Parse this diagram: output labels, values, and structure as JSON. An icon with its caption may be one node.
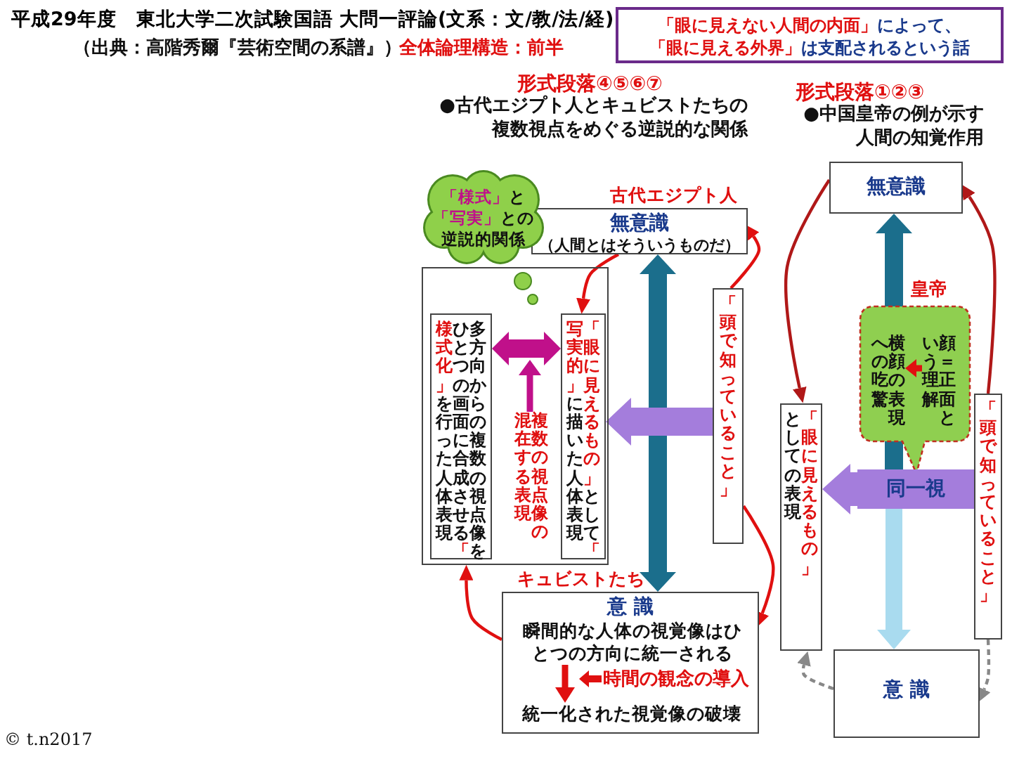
{
  "diagram": {
    "title": "平成29年度　東北大学二次試験国語 大問一評論(文系：文/教/法/経)",
    "nodes": [
      {
        "text": [
          "**「眼に見えない人間の内面」**によって、**「眼に見える外界」**は支配されるという話"
        ]
      },
      {
        "text": [
          "古代エジプト人",
          "無意識",
          "（人間とはそういうものだ）"
        ]
      },
      {
        "text": [],
        "shape": "box"
      },
      {
        "text": [
          "**「様式」**と**「写実」**との逆説的関係"
        ]
      },
      {
        "text": [
          "多方向からの複数の視点像をひとつの画面に合成させる**「様式化」**を行った人体表現"
        ],
        "in": 2
      },
      {
        "text": [
          "**「眼に見えるもの」**として**「写実的」**に描いた人体表現"
        ],
        "in": 2
      },
      {
        "text": [
          "複数の視点像の混在する表現"
        ],
        "in": 2
      },
      {
        "text": [
          "「頭で知っていること」"
        ]
      },
      {
        "text": [
          "キュビストたち",
          "意 識"
        ]
      },
      {
        "text": [
          "瞬間的な人体の視覚像はひとつの方向に統一される"
        ],
        "in": 8
      },
      {
        "text": [
          "統一化された視覚像の破壊"
        ],
        "in": 8
      },
      {
        "text": [
          "無意識"
        ]
      },
      {
        "text": [
          "皇帝"
        ]
      },
      {
        "text": [
          "顔＝正面という理解"
        ],
        "in": 12
      },
      {
        "text": [
          "横顔の表現への吃驚"
        ],
        "in": 12
      },
      {
        "text": [
          "**「眼に見えるもの」**としての表現"
        ]
      },
      {
        "text": [
          "同一視"
        ]
      },
      {
        "text": [
          "「頭で知っていること」"
        ]
      },
      {
        "text": [
          "意 識"
        ]
      }
    ],
    "edges": [
      {
        "from": 1,
        "to": 8,
        "arrow": "both",
        "style": "thick",
        "color": "#1b6e8c"
      },
      {
        "from": 8,
        "to": 2,
        "arrow": "to"
      },
      {
        "from": 1,
        "to": 5,
        "arrow": "to"
      },
      {
        "from": 7,
        "to": 1,
        "arrow": "to"
      },
      {
        "from": 7,
        "to": 5,
        "arrow": "to",
        "style": "thick",
        "color": "#a47ddc"
      },
      {
        "from": 4,
        "to": 5,
        "arrow": "both",
        "style": "thick",
        "color": "#c0108a"
      },
      {
        "from": 6,
        "to": null,
        "arrow": "to",
        "color": "#c0108a"
      },
      {
        "from": 9,
        "to": 10,
        "arrow": "to",
        "label": "時間の観念の導入"
      },
      {
        "from": 16,
        "to": 11,
        "arrow": "to",
        "style": "thick",
        "color": "#1b6e8c"
      },
      {
        "from": 16,
        "to": 18,
        "arrow": "to",
        "style": "thick",
        "color": "#a9dbef"
      },
      {
        "from": 16,
        "to": 15,
        "arrow": "to",
        "style": "thick",
        "color": "#a47ddc"
      },
      {
        "from": 11,
        "to": 15,
        "arrow": "to",
        "color": "#b01818"
      },
      {
        "from": 17,
        "to": 11,
        "arrow": "to",
        "color": "#b01818"
      },
      {
        "from": 18,
        "to": 15,
        "arrow": "to",
        "style": "dashed",
        "color": "#888888"
      },
      {
        "from": 17,
        "to": 18,
        "arrow": "to",
        "style": "dashed",
        "color": "#888888"
      },
      {
        "from": 13,
        "to": 14,
        "arrow": "to"
      },
      {
        "from": 7,
        "to": 8,
        "arrow": "to"
      }
    ],
    "labels": [
      "（出典：高階秀爾『芸術空間の系譜』）",
      "全体論理構造：前半",
      "形式段落④⑤⑥⑦",
      "形式段落①②③",
      "●古代エジプト人とキュビストたちの複数視点をめぐる逆説的な関係",
      "●中国皇帝の例が示す人間の知覚作用",
      "© t.n2017"
    ]
  }
}
